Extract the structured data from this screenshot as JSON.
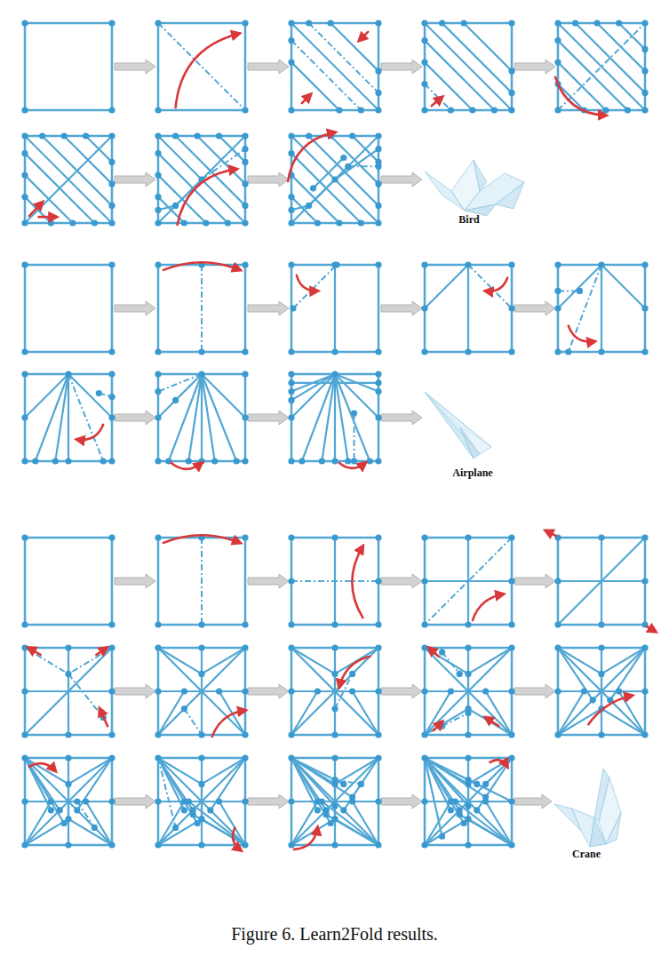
{
  "diagram": {
    "caption": "Figure 6. Learn2Fold results.",
    "labels": [
      "Bird",
      "Airplane",
      "Crane"
    ]
  }
}
